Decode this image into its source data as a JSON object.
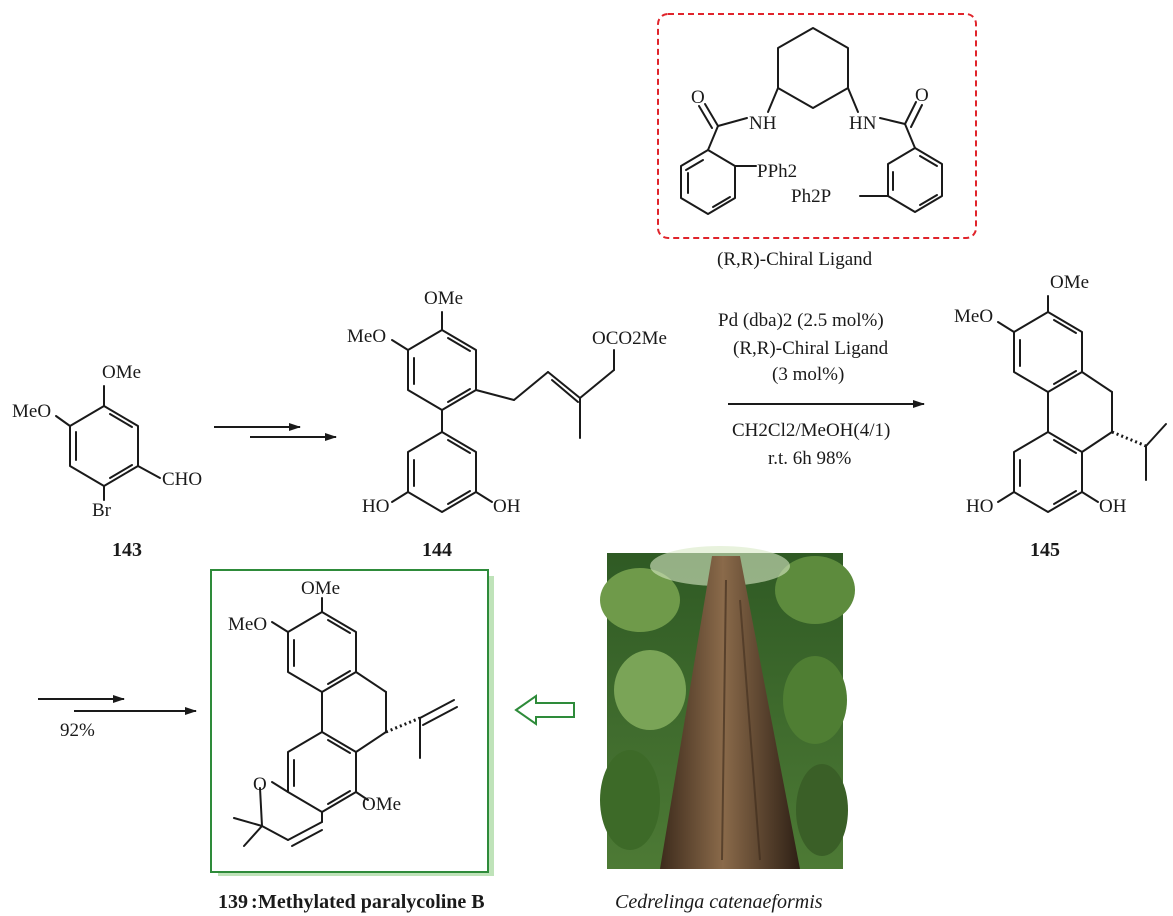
{
  "ligand": {
    "name": "(R,R)-Chiral Ligand",
    "atoms": {
      "o_left": "O",
      "nh": "NH",
      "hn": "HN",
      "o_right": "O",
      "pph2": "PPh2",
      "ph2p": "Ph2P"
    }
  },
  "compounds": {
    "c143": {
      "id": "143",
      "labels": {
        "ome": "OMe",
        "meo": "MeO",
        "cho": "CHO",
        "br": "Br"
      }
    },
    "c144": {
      "id": "144",
      "labels": {
        "ome": "OMe",
        "meo": "MeO",
        "oco2me": "OCO2Me",
        "ho": "HO",
        "oh": "OH"
      }
    },
    "c145": {
      "id": "145",
      "labels": {
        "ome": "OMe",
        "meo": "MeO",
        "ho": "HO",
        "oh": "OH"
      }
    },
    "c139": {
      "id": "139",
      "name": "Methylated paralycoline B",
      "labels": {
        "ome_top": "OMe",
        "meo": "MeO",
        "o_ring": "O",
        "ome_bottom": "OMe"
      }
    }
  },
  "conditions": {
    "line1": "Pd (dba)2 (2.5 mol%)",
    "line2": "(R,R)-Chiral Ligand",
    "line3": "(3 mol%)",
    "line4": "CH2Cl2/MeOH(4/1)",
    "line5": "r.t. 6h 98%",
    "yield_final": "92%"
  },
  "source": {
    "species": "Cedrelinga catenaeformis"
  },
  "colors": {
    "ligand_box": "#e0242b",
    "product_box": "#2e8b3a",
    "open_arrow": "#2e8b3a",
    "box_shadow": "#bfe3b9"
  }
}
